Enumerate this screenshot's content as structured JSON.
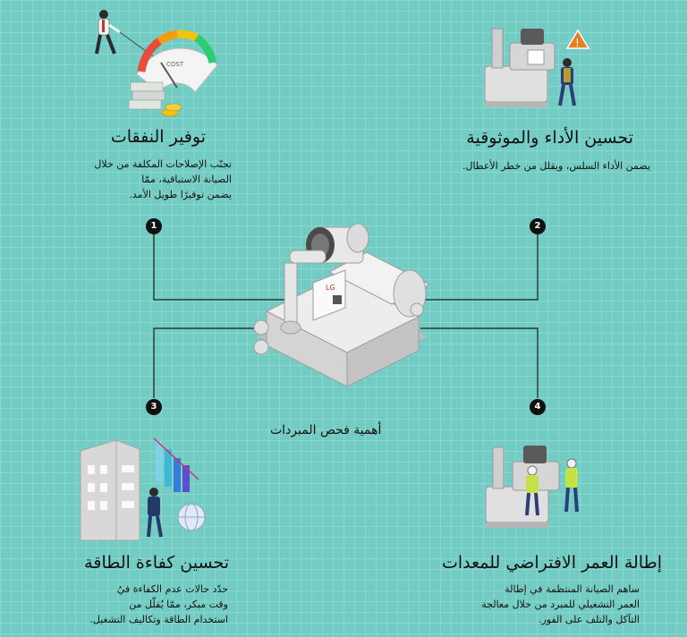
{
  "center": {
    "caption": "أهمية فحص المبردات",
    "logo": "LG"
  },
  "gauge_label": "COST",
  "items": [
    {
      "number": "1",
      "title": "توفير النفقات",
      "description": "تجنّب الإصلاحات المكلفة من خلال\nالصيانة الاستباقية، ممّا\nيضمن توفيرًا طويل الأمد."
    },
    {
      "number": "2",
      "title": "تحسين الأداء والموثوقية",
      "description": "يضمن الأداء السلس، ويقلل من خطر الأعطال."
    },
    {
      "number": "3",
      "title": "تحسين كفاءة الطاقة",
      "description": "حدّد حالات عدم الكفاءة فيُ\nوقت مبكر، ممّا يُقلّل من\nاستخدام الطاقة وتكاليف التشغيل."
    },
    {
      "number": "4",
      "title": "إطالة العمر الافتراضي للمعدات",
      "description": "ساهم الصيانة المنتظمة في إطالة\nالعمر التشغيلي للمبرد من خلال معالجة\nالتآكل والتلف على الفور."
    }
  ],
  "colors": {
    "background": "#72ccc3",
    "grid": "#8bd6ce",
    "badge": "#111111",
    "machine": "#e2e2e2"
  }
}
